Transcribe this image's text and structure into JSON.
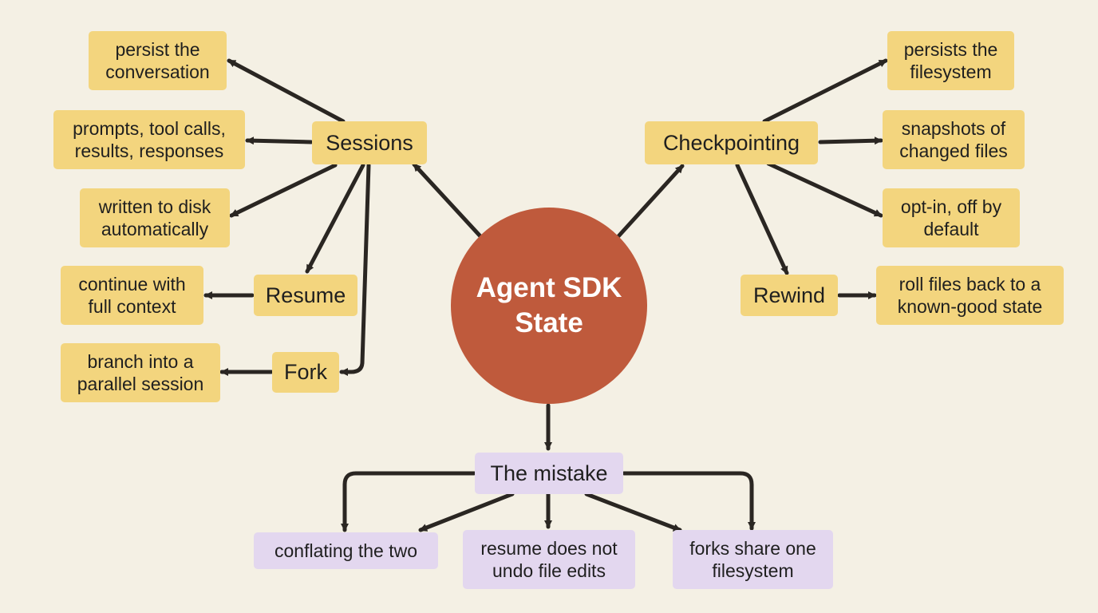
{
  "center": {
    "label": "Agent SDK\nState"
  },
  "sessions": {
    "label": "Sessions",
    "persist": "persist the\nconversation",
    "prompts": "prompts, tool calls,\nresults, responses",
    "written": "written to disk\nautomatically",
    "resume": "Resume",
    "resume_leaf": "continue with\nfull context",
    "fork": "Fork",
    "fork_leaf": "branch into a\nparallel session"
  },
  "checkpointing": {
    "label": "Checkpointing",
    "persists": "persists the\nfilesystem",
    "snapshots": "snapshots of\nchanged files",
    "optin": "opt-in, off by\ndefault",
    "rewind": "Rewind",
    "rewind_leaf": "roll files back to a\nknown-good state"
  },
  "mistake": {
    "label": "The mistake",
    "conflating": "conflating the two",
    "resume_note": "resume does not\nundo file edits",
    "forks_note": "forks share one\nfilesystem"
  },
  "colors": {
    "background": "#f4f0e4",
    "center": "#bf5a3c",
    "yellow_box": "#f3d57e",
    "purple_box": "#e3d7ef",
    "arrow": "#2a2622"
  }
}
